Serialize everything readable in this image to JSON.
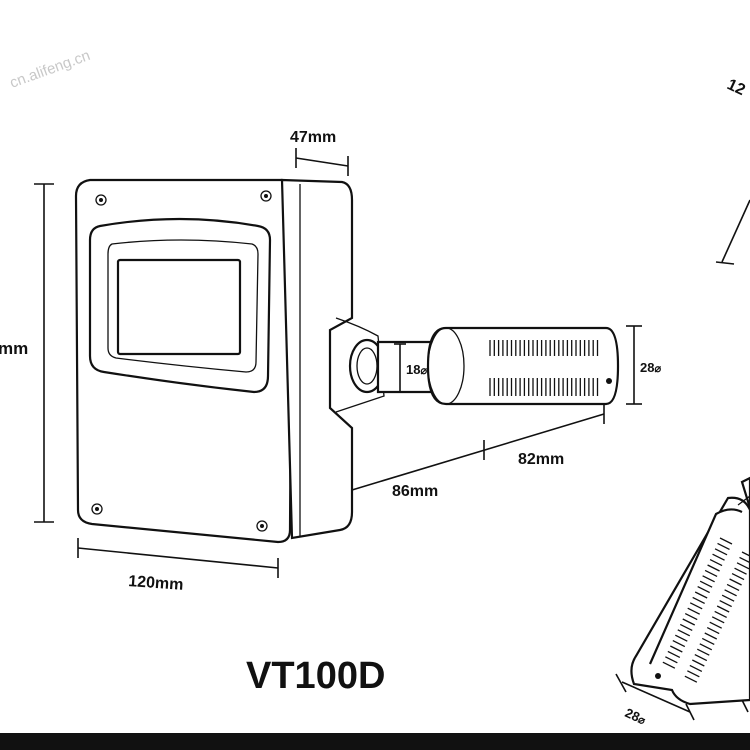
{
  "watermark": "cn.alifeng.cn",
  "labels": {
    "depth": "47mm",
    "height": "mm",
    "width": "120mm",
    "pipe_dia": "18",
    "probe_dia": "28",
    "probe_len": "82mm",
    "total_len": "86mm",
    "model": "VT100D",
    "side_top": "12",
    "side_dia": "28"
  },
  "symbols": {
    "diameter": "⌀"
  },
  "colors": {
    "ink": "#111111",
    "background": "#ffffff",
    "bottom_bar": "#111111"
  }
}
